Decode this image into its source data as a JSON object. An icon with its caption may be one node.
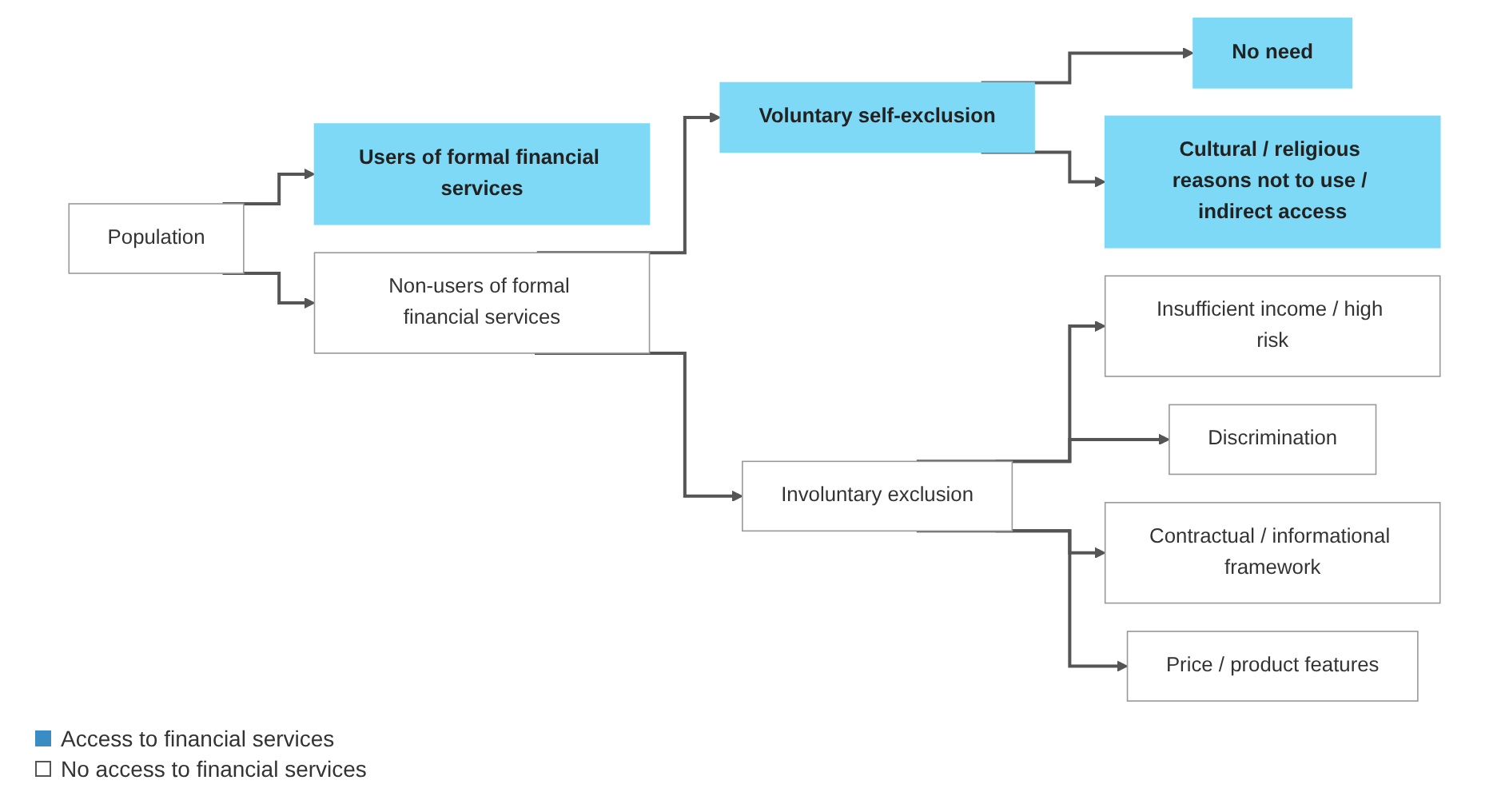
{
  "diagram": {
    "nodes": [
      {
        "text": [
          "Population"
        ]
      },
      {
        "text": [
          "Users of formal financial services"
        ]
      },
      {
        "text": [
          "Non-users of formal financial services"
        ]
      },
      {
        "text": [
          "Voluntary self-exclusion"
        ]
      },
      {
        "text": [
          "Involuntary exclusion"
        ]
      },
      {
        "text": [
          "No need"
        ]
      },
      {
        "text": [
          "Cultural / religious reasons not to use / indirect access"
        ]
      },
      {
        "text": [
          "Insufficient income / high risk"
        ]
      },
      {
        "text": [
          "Discrimination"
        ]
      },
      {
        "text": [
          "Contractual / informational framework"
        ]
      },
      {
        "text": [
          "Price / product features"
        ]
      }
    ],
    "edges": [
      {
        "from": 0,
        "to": 1,
        "arrow": "to"
      },
      {
        "from": 0,
        "to": 2,
        "arrow": "to"
      },
      {
        "from": 2,
        "to": 3,
        "arrow": "to"
      },
      {
        "from": 2,
        "to": 4,
        "arrow": "to"
      },
      {
        "from": 3,
        "to": 5,
        "arrow": "to"
      },
      {
        "from": 3,
        "to": 6,
        "arrow": "to"
      },
      {
        "from": 4,
        "to": 7,
        "arrow": "to"
      },
      {
        "from": 4,
        "to": 8,
        "arrow": "to"
      },
      {
        "from": 4,
        "to": 9,
        "arrow": "to"
      },
      {
        "from": 4,
        "to": 10,
        "arrow": "to"
      }
    ],
    "legend": [
      {
        "text": "Access to financial services",
        "color": "#3a8cc4"
      },
      {
        "text": "No access to financial services"
      }
    ]
  }
}
